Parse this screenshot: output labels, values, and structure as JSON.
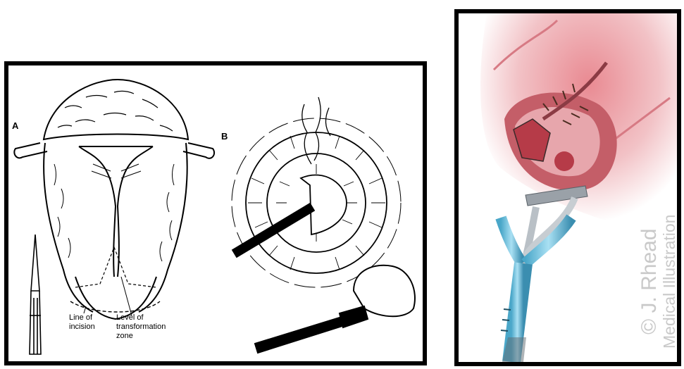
{
  "figure_left": {
    "panel_a_label": "A",
    "panel_b_label": "B",
    "annotations": {
      "line_of_incision": [
        "Line of",
        "incision"
      ],
      "level_of_transformation_zone": [
        "Level of",
        "transformation",
        "zone"
      ]
    }
  },
  "figure_right": {
    "watermark": {
      "line1": "© J. Rhead",
      "line2": "Medical Illustration"
    }
  }
}
